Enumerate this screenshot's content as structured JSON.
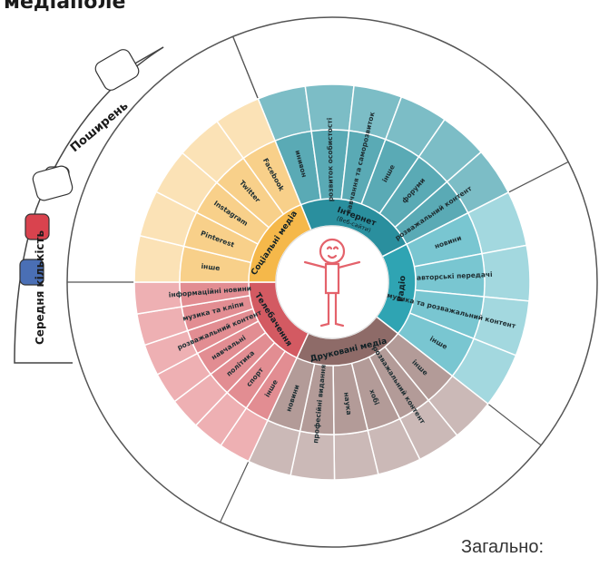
{
  "title": "медіаполе",
  "total_label": "Загально:",
  "outer_labels": [
    "Поширень",
    "Середня кількість"
  ],
  "icon_names": [
    "like-icon",
    "heart-icon",
    "share-icon"
  ],
  "center_icon": "person-icon",
  "sectors": [
    {
      "name": "Інтернет",
      "subtitle": "(Веб-сайти)",
      "color": "#2a8f9e",
      "item_color": "#5aaab5",
      "ring_color": "#7cbdc6",
      "items": [
        "новини",
        "розвиток особистості",
        "навчання та саморозвиток",
        "інше",
        "форуми",
        "розважальний контент"
      ]
    },
    {
      "name": "Радіо",
      "subtitle": "",
      "color": "#2fa4b3",
      "item_color": "#79c6d1",
      "ring_color": "#a3d8df",
      "items": [
        "новини",
        "авторські передачі",
        "музика та розважальний контент",
        "інше"
      ]
    },
    {
      "name": "Друковані медіа",
      "subtitle": "",
      "color": "#8e6b68",
      "item_color": "#b39b98",
      "ring_color": "#cbb9b7",
      "items": [
        "інше",
        "розважальний контент",
        "хобі",
        "наука",
        "професійні видання",
        "новини"
      ]
    },
    {
      "name": "Телебачення",
      "subtitle": "",
      "color": "#d35a62",
      "item_color": "#e28d92",
      "ring_color": "#eeb0b3",
      "items": [
        "інше",
        "спорт",
        "політика",
        "навчальні",
        "розважальний контент",
        "музика та кліпи",
        "інформаційні новини"
      ]
    },
    {
      "name": "Соціальні медіа",
      "subtitle": "",
      "color": "#f5b84a",
      "item_color": "#f8d08a",
      "ring_color": "#fbe2b6",
      "items": [
        "інше",
        "Pinterest",
        "Instagram",
        "Twitter",
        "Facebook"
      ]
    }
  ]
}
